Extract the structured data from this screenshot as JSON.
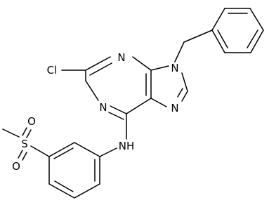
{
  "molecule": {
    "atom_labels": {
      "cl": "Cl",
      "n_pyrimidine_top": "N",
      "n_pyrimidine_left": "N",
      "n_imidazole_benzyl": "N",
      "n_imidazole_right": "N",
      "nh": "NH",
      "s": "S",
      "o_top": "O",
      "o_bottom": "O"
    }
  }
}
